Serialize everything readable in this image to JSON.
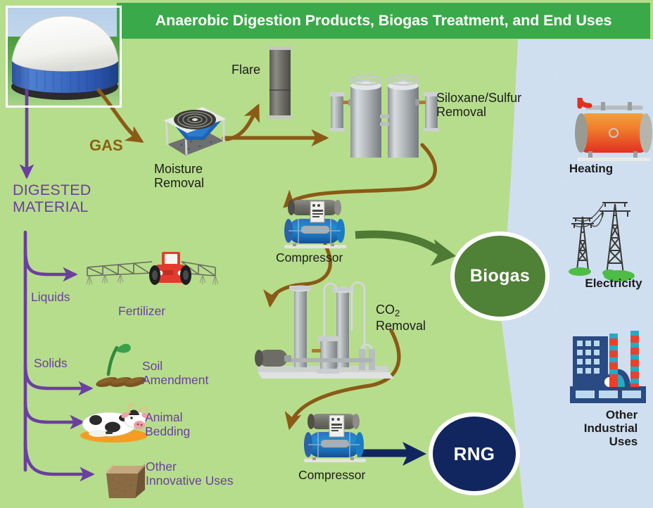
{
  "header": {
    "title": "Anaerobic Digestion Products, Biogas Treatment, and End Uses"
  },
  "colors": {
    "background_green": "#b6dd8b",
    "header_green": "#3aa949",
    "panel_blue": "#cfdff0",
    "arrow_brown": "#8a5a16",
    "arrow_purple": "#6b3fa0",
    "arrow_green": "#4f7a35",
    "arrow_navy": "#11265e",
    "biogas_circle": "#4f8136",
    "rng_circle": "#11265e",
    "label_purple": "#6b3fa0",
    "label_dark": "#1c1c1c",
    "label_brown": "#8a6211"
  },
  "digester": {
    "icon": "anaerobic-digester-tank-photo",
    "gas_label": "GAS",
    "digested_material_label": "DIGESTED\nMATERIAL"
  },
  "digestate_branches": [
    {
      "stream_label": "Liquids",
      "icon": "tractor-sprayer-icon",
      "use_label": "Fertilizer"
    },
    {
      "stream_label": "Solids",
      "icon": "sprout-soil-icon",
      "use_label": "Soil\nAmendment"
    },
    {
      "stream_label": "",
      "icon": "cow-bedding-icon",
      "use_label": "Animal\nBedding"
    },
    {
      "stream_label": "",
      "icon": "cardboard-box-icon",
      "use_label": "Other\nInnovative Uses"
    }
  ],
  "treatment": {
    "flare_label": "Flare",
    "moisture_label": "Moisture\nRemoval",
    "siloxane_label": "Siloxane/Sulfur\nRemoval",
    "compressor_1_label": "Compressor",
    "co2_label_main": "CO",
    "co2_label_sub": "2",
    "co2_label_rest": "Removal",
    "compressor_2_label": "Compressor"
  },
  "outputs": {
    "biogas": "Biogas",
    "rng": "RNG"
  },
  "end_uses": [
    {
      "label": "Heating",
      "icon": "boiler-heater-icon"
    },
    {
      "label": "Electricity",
      "icon": "power-transmission-towers-icon"
    },
    {
      "label": "Other\nIndustrial\nUses",
      "icon": "factory-plant-icon"
    }
  ]
}
